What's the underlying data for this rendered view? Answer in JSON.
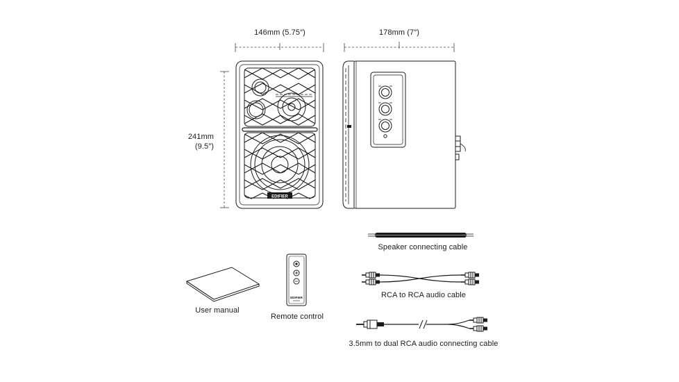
{
  "dimensions": {
    "width_front": "146mm (5.75″)",
    "depth_side": "178mm (7″)",
    "height_mm": "241mm",
    "height_in": "(9.5″)"
  },
  "brand": {
    "speaker_badge": "EDIFIER",
    "remote_badge": "EDIFIER"
  },
  "accessories": {
    "speaker_cable": "Speaker connecting cable",
    "rca_cable": "RCA to RCA audio cable",
    "aux_cable": "3.5mm to dual RCA audio connecting cable",
    "user_manual": "User manual",
    "remote_control": "Remote control"
  },
  "icons": [
    "speaker-front-icon",
    "speaker-side-icon",
    "speaker-cable-icon",
    "rca-cable-icon",
    "aux-cable-icon",
    "manual-icon",
    "remote-icon"
  ],
  "colors": {
    "line": "#1a1a1a",
    "dim_line": "#444444",
    "background": "#ffffff"
  }
}
